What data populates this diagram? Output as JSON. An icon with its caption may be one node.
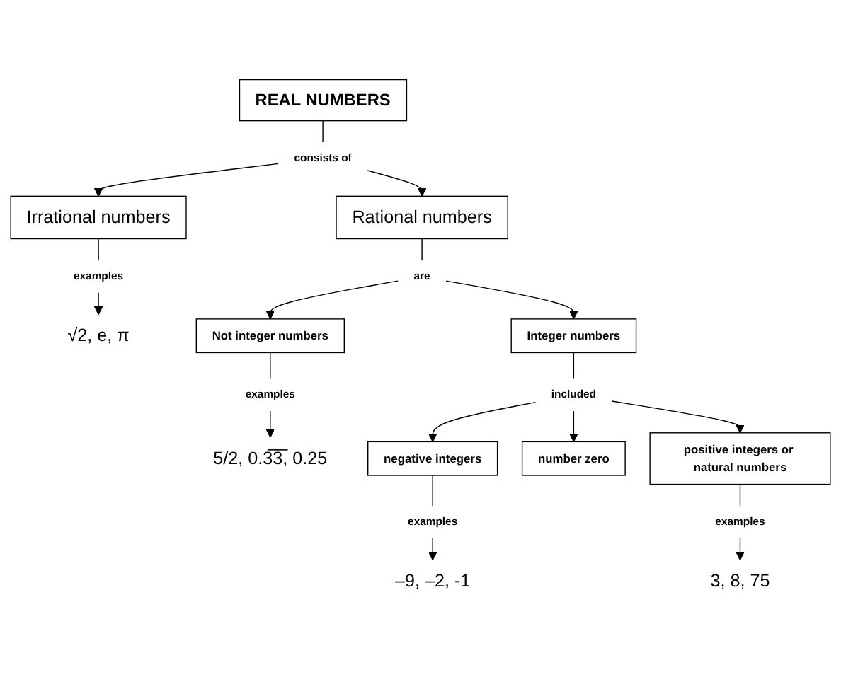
{
  "diagram": {
    "nodes": [
      {
        "text": [
          "REAL NUMBERS"
        ]
      },
      {
        "text": [
          "consists of"
        ]
      },
      {
        "text": [
          "Rational numbers"
        ]
      },
      {
        "text": [
          "Irrational numbers"
        ]
      },
      {
        "text": [
          "examples"
        ]
      },
      {
        "text": [
          "√2, e, π"
        ]
      },
      {
        "text": [
          "are"
        ]
      },
      {
        "text": [
          "Not integer numbers"
        ]
      },
      {
        "text": [
          "Integer numbers"
        ]
      },
      {
        "text": [
          "examples"
        ]
      },
      {
        "text": [
          "5/2, 0.3̅3̅, 0.25"
        ]
      },
      {
        "text": [
          "included"
        ]
      },
      {
        "text": [
          "negative integers"
        ]
      },
      {
        "text": [
          "number zero"
        ]
      },
      {
        "text": [
          "positive integers or natural numbers"
        ]
      },
      {
        "text": [
          "examples"
        ]
      },
      {
        "text": [
          "–9, –2, -1"
        ]
      },
      {
        "text": [
          "examples"
        ]
      },
      {
        "text": [
          "3, 8, 75"
        ]
      }
    ],
    "edges": [
      {
        "from": 0,
        "to": 1,
        "arrow": "none"
      },
      {
        "from": 1,
        "to": 2,
        "arrow": "to"
      },
      {
        "from": 1,
        "to": 3,
        "arrow": "to"
      },
      {
        "from": 3,
        "to": 4,
        "arrow": "none"
      },
      {
        "from": 4,
        "to": 5,
        "arrow": "to"
      },
      {
        "from": 2,
        "to": 6,
        "arrow": "none"
      },
      {
        "from": 6,
        "to": 7,
        "arrow": "to"
      },
      {
        "from": 6,
        "to": 8,
        "arrow": "to"
      },
      {
        "from": 7,
        "to": 9,
        "arrow": "none"
      },
      {
        "from": 9,
        "to": 10,
        "arrow": "to"
      },
      {
        "from": 8,
        "to": 11,
        "arrow": "none"
      },
      {
        "from": 11,
        "to": 12,
        "arrow": "to"
      },
      {
        "from": 11,
        "to": 13,
        "arrow": "to"
      },
      {
        "from": 11,
        "to": 14,
        "arrow": "to"
      },
      {
        "from": 12,
        "to": 15,
        "arrow": "none"
      },
      {
        "from": 15,
        "to": 16,
        "arrow": "to"
      },
      {
        "from": 14,
        "to": 17,
        "arrow": "none"
      },
      {
        "from": 17,
        "to": 18,
        "arrow": "to"
      }
    ]
  }
}
